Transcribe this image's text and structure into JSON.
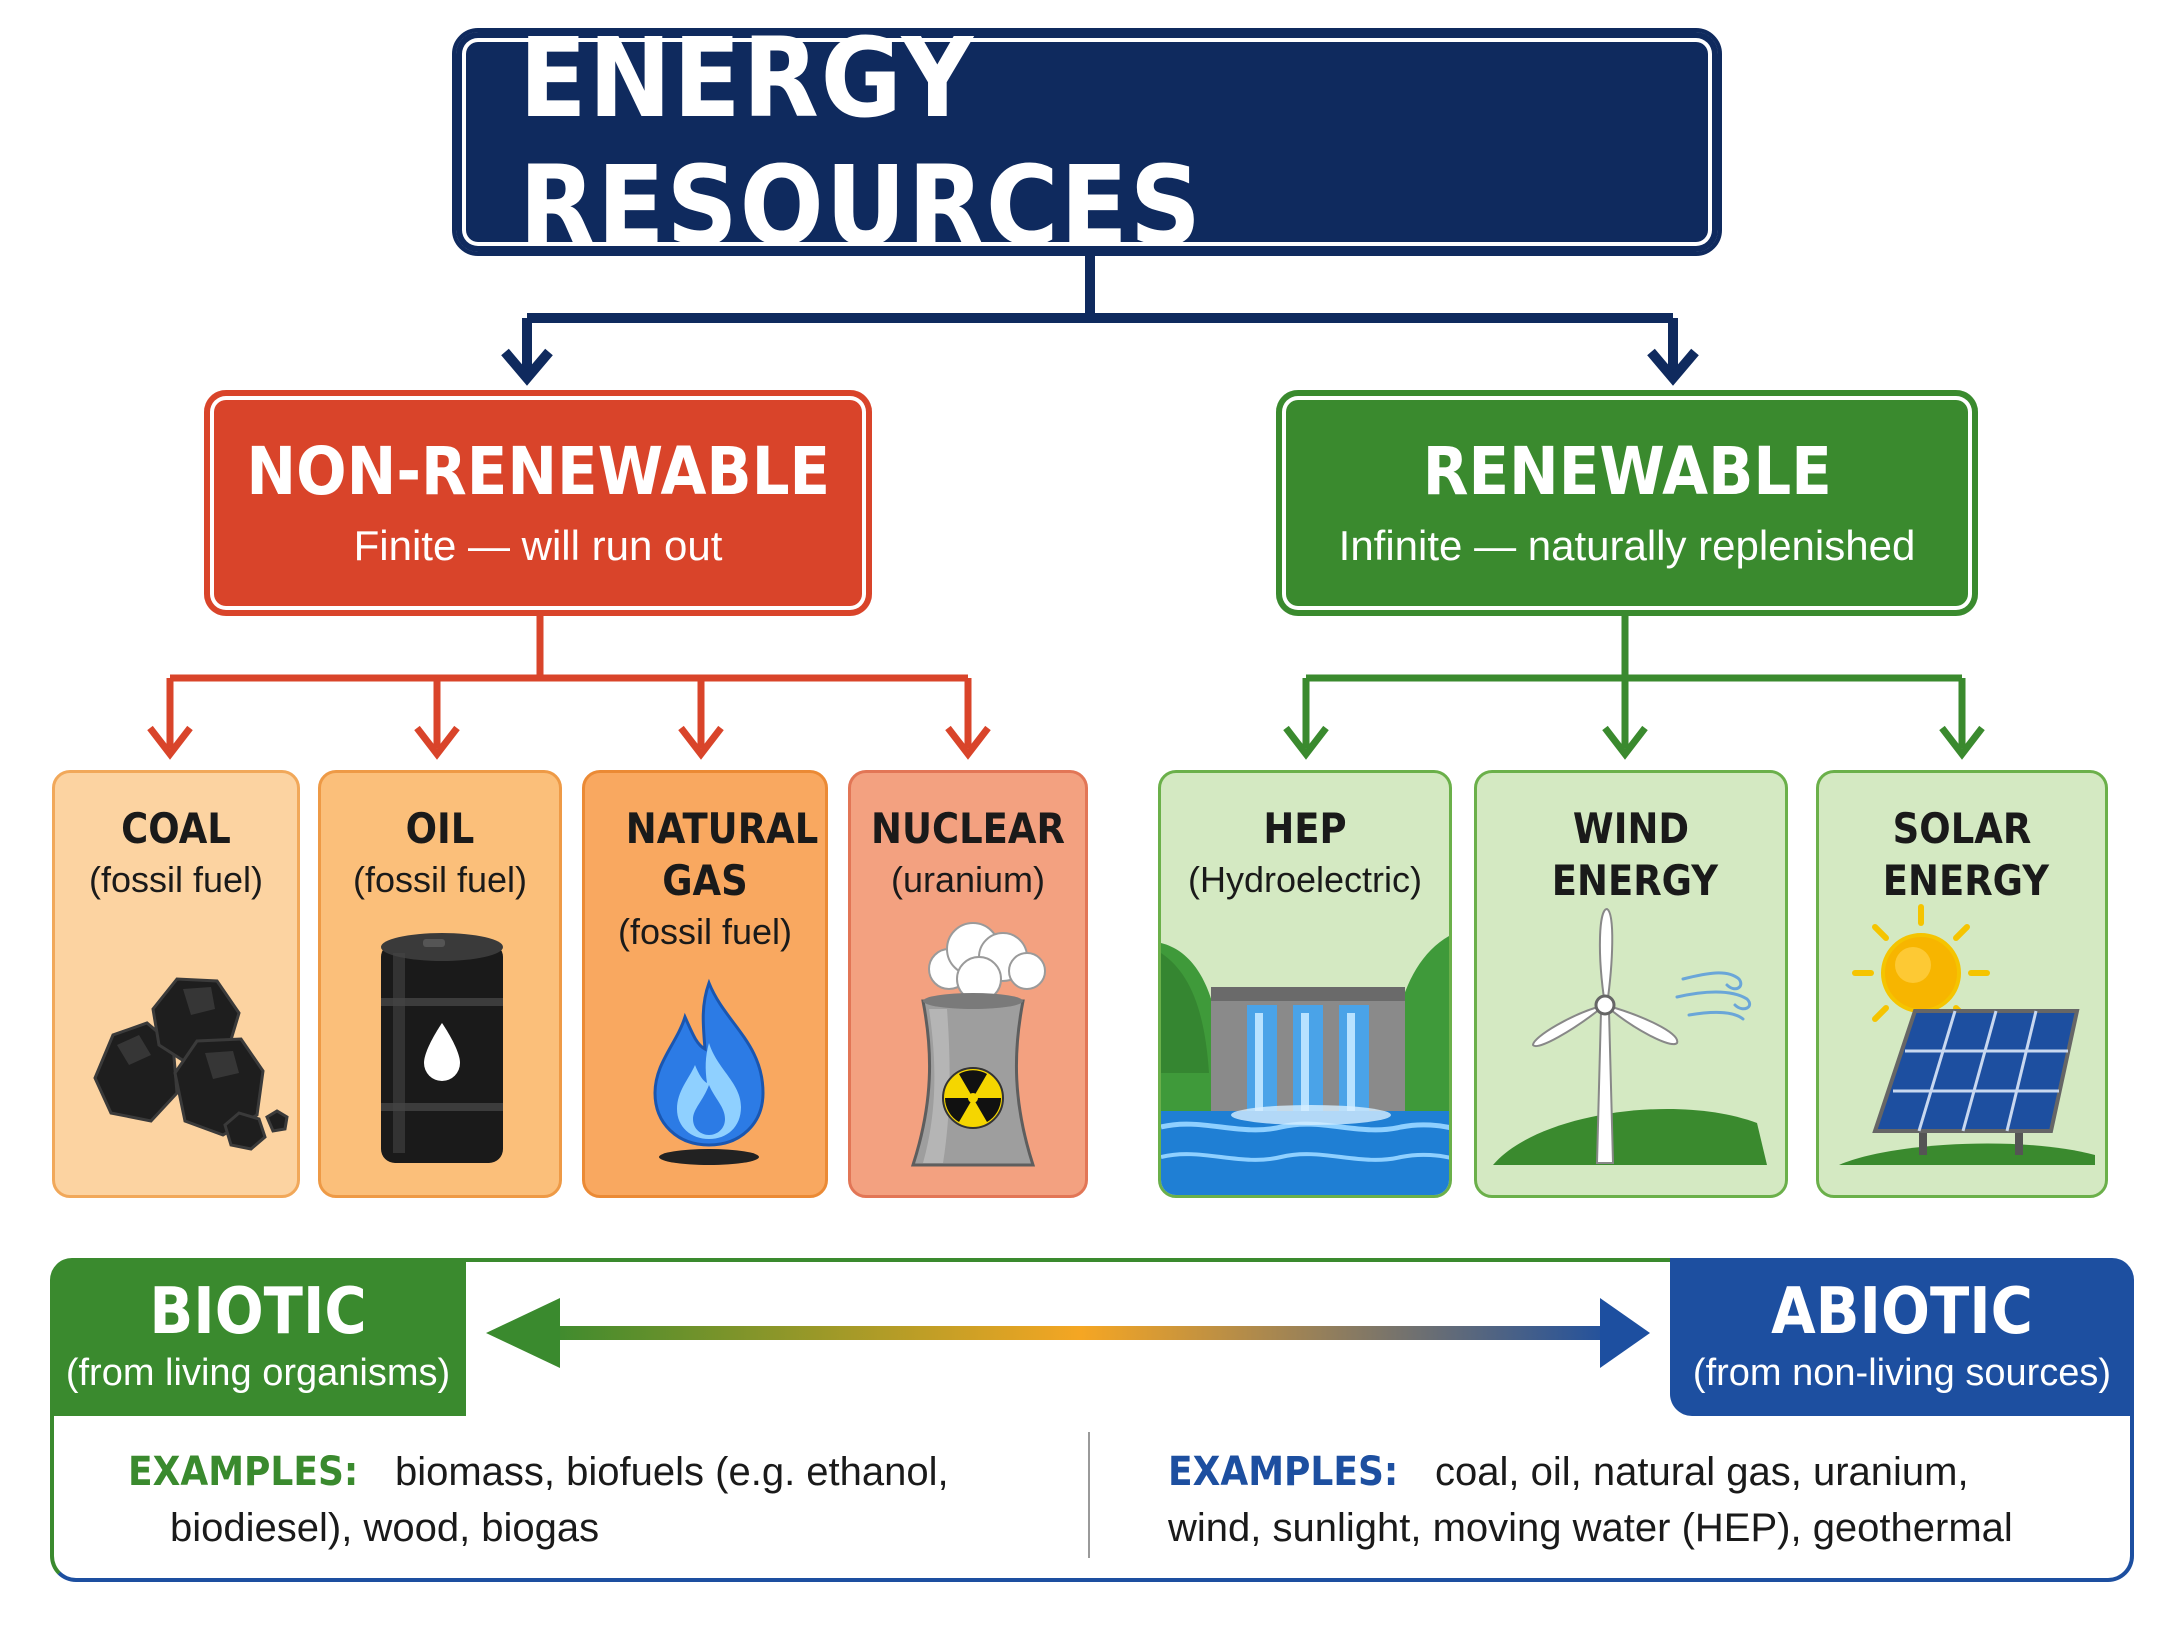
{
  "title": "ENERGY RESOURCES",
  "non_renewable": {
    "title": "NON-RENEWABLE",
    "subtitle": "Finite — will run out",
    "color": "#d9442a",
    "items": [
      {
        "name": "COAL",
        "sub": "(fossil fuel)",
        "icon": "coal-icon"
      },
      {
        "name": "OIL",
        "sub": "(fossil fuel)",
        "icon": "oil-barrel-icon"
      },
      {
        "name": "NATURAL GAS",
        "sub": "(fossil fuel)",
        "icon": "gas-flame-icon"
      },
      {
        "name": "NUCLEAR",
        "sub": "(uranium)",
        "icon": "cooling-tower-icon"
      }
    ]
  },
  "renewable": {
    "title": "RENEWABLE",
    "subtitle": "Infinite — naturally replenished",
    "color": "#3a8a2e",
    "items": [
      {
        "name": "HEP",
        "sub": "(Hydroelectric)",
        "icon": "dam-icon"
      },
      {
        "name": "WIND ENERGY",
        "sub": "",
        "icon": "wind-turbine-icon"
      },
      {
        "name": "SOLAR ENERGY",
        "sub": "",
        "icon": "solar-panel-icon"
      }
    ]
  },
  "biotic": {
    "title": "BIOTIC",
    "subtitle": "(from living organisms)",
    "examples_label": "EXAMPLES:",
    "examples_line1": "biomass, biofuels (e.g. ethanol,",
    "examples_line2": "biodiesel), wood, biogas",
    "color": "#3a8a2e"
  },
  "abiotic": {
    "title": "ABIOTIC",
    "subtitle": "(from non-living sources)",
    "examples_label": "EXAMPLES:",
    "examples_line1": "coal, oil, natural gas, uranium,",
    "examples_line2": "wind, sunlight, moving water (HEP), geothermal",
    "color": "#1d4fa0"
  },
  "colors": {
    "navy": "#0f2a5e",
    "red": "#d9442a",
    "green": "#3a8a2e",
    "blue": "#1d4fa0",
    "amber": "#f5a623"
  }
}
